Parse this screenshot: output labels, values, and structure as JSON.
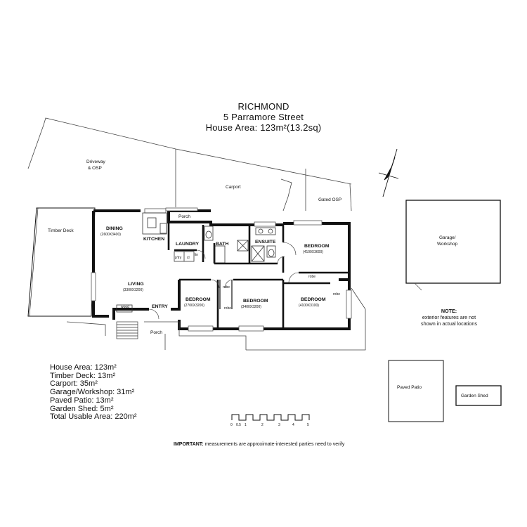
{
  "header": {
    "suburb": "RICHMOND",
    "address": "5 Parramore Street",
    "house_area": "House Area: 123m²(13.2sq)"
  },
  "labels": {
    "driveway": "Driveway",
    "osp": "& OSP",
    "carport": "Carport",
    "gated_osp": "Gated OSP",
    "timber_deck": "Timber Deck",
    "porch_top": "Porch",
    "dining": "DINING",
    "dining_dim": "(2600X3400)",
    "kitchen": "KITCHEN",
    "laundry": "LAUNDRY",
    "bath": "BATH",
    "ensuite": "ENSUITE",
    "bedroom1": "BEDROOM",
    "bedroom1_dim": "(4100X3600)",
    "robe1": "robe",
    "living": "LIVING",
    "living_dim": "(3300X3200)",
    "bedroom2": "BEDROOM",
    "bedroom2_dim": "(2700X3200)",
    "bedroom3": "BEDROOM",
    "bedroom3_dim": "(3400X3200)",
    "bedroom4": "BEDROOM",
    "bedroom4_dim": "(4100X3100)",
    "robe2": "robe",
    "robe3": "robe",
    "robe4": "robe",
    "pantry": "p'try",
    "cupboard": "cl",
    "linen": "lin",
    "wood_fire": "wood",
    "entry": "ENTRY",
    "porch_bottom": "Porch",
    "garage": "Garage/",
    "workshop": "Workshop",
    "paved_patio": "Paved Patio",
    "garden_shed": "Garden Shed"
  },
  "note": {
    "heading": "NOTE:",
    "line1": "exterior features are not",
    "line2": "shown in actual locations"
  },
  "areas": [
    "House Area: 123m²",
    "Timber Deck: 13m²",
    "Carport: 35m²",
    "Garage/Workshop: 31m²",
    "Paved Patio: 13m²",
    "Garden Shed: 5m²",
    "Total Usable Area: 220m²"
  ],
  "scale": {
    "ticks": [
      "0",
      "0.5",
      "1",
      "2",
      "3",
      "4",
      "5"
    ]
  },
  "disclaimer": {
    "bold": "IMPORTANT:",
    "text": " measurements are approximate-interested parties need to verify"
  },
  "colors": {
    "wall": "#111111",
    "line": "#333333",
    "background": "#ffffff"
  }
}
